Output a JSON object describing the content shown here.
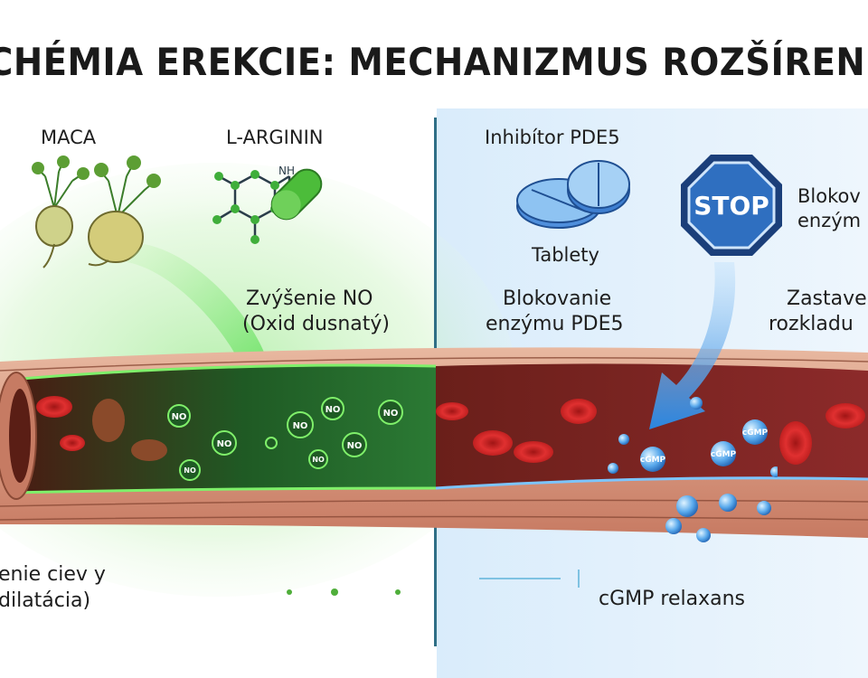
{
  "title": "CHÉMIA EREKCIE: MECHANIZMUS ROZŠÍRENIA",
  "left": {
    "maca_label": "MACA",
    "arginine_label": "L-ARGININ",
    "molecule_nh": "NH",
    "molecule_nh2": "NH",
    "effect_line1": "Zvýšenie NO",
    "effect_line2": "(Oxid dusnatý)",
    "bubble_text": "NO",
    "result_line1": "enie ciev y",
    "result_line2": "dilatácia)"
  },
  "right": {
    "drug_label": "Inhibítor PDE5",
    "tablets_label": "Tablety",
    "stop_text": "STOP",
    "block_line1": "Blokov",
    "block_line2": "enzým",
    "mech_line1": "Blokovanie",
    "mech_line2": "enzýmu PDE5",
    "stop_decay_line1": "Zastave",
    "stop_decay_line2": "rozkladu",
    "bubble_text": "cGMP",
    "result_label": "cGMP relaxans"
  },
  "colors": {
    "left_accent": "#3fbf3a",
    "right_accent": "#3b8fd9",
    "divider": "#2f6f86",
    "vessel_wall": "#c9826d",
    "blood_cell": "#d42a2a"
  }
}
